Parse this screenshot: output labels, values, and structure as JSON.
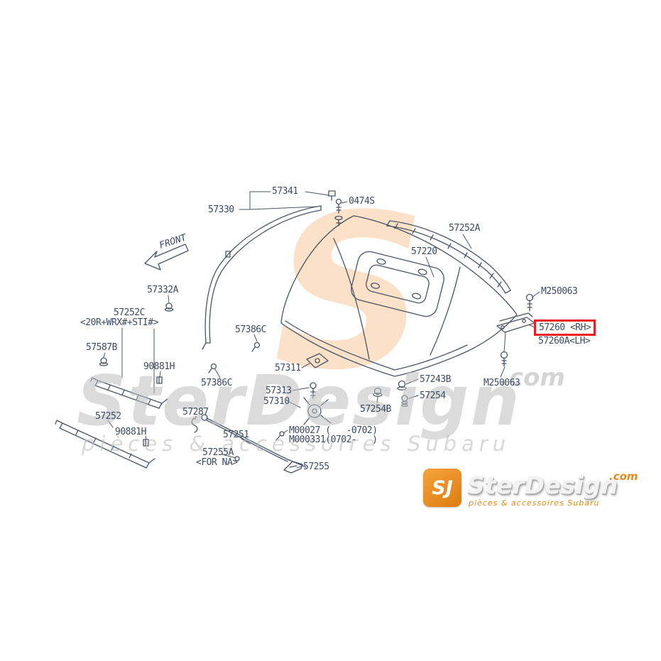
{
  "page": {
    "background": "#ffffff"
  },
  "colors": {
    "line": "#4a5565",
    "label": "#3e4b60",
    "highlight_red": "#ec1c24",
    "brand_orange": "#e8881a",
    "watermark_gray": "#cfcfcf",
    "watermark_orange": "#f2a963"
  },
  "diagram": {
    "front_arrow_label": "FRONT",
    "highlight": {
      "label": "57260 <RH>"
    },
    "parts": [
      {
        "label": "57341"
      },
      {
        "label": "0474S"
      },
      {
        "label": "57330"
      },
      {
        "label": "57252A"
      },
      {
        "label": "57220"
      },
      {
        "label": "M250063"
      },
      {
        "label": "57260A<LH>"
      },
      {
        "label": "57332A"
      },
      {
        "label": "57252C"
      },
      {
        "label": "<20R+WRX#+STI#>"
      },
      {
        "label": "57386C"
      },
      {
        "label": "57587B"
      },
      {
        "label": "90881H"
      },
      {
        "label": "57386C"
      },
      {
        "label": "57311"
      },
      {
        "label": "57313"
      },
      {
        "label": "57310"
      },
      {
        "label": "57243B"
      },
      {
        "label": "M250063"
      },
      {
        "label": "57254B"
      },
      {
        "label": "57254"
      },
      {
        "label": "57252"
      },
      {
        "label": "57287"
      },
      {
        "label": "90881H"
      },
      {
        "label": "57251"
      },
      {
        "label": "M00027 (   -0702)"
      },
      {
        "label": "M000331(0702-   )"
      },
      {
        "label": "57255A"
      },
      {
        "label": "<FOR NA>"
      },
      {
        "label": "57255"
      }
    ]
  },
  "watermark": {
    "monogram": "S",
    "brand": "SterDesign",
    "tld": ".com",
    "tagline": "pièces & accessoires Subaru"
  },
  "logo": {
    "monogram": "SJ",
    "brand": "SterDesign",
    "tld": ".com",
    "tagline": "pièces & accessoires Subaru"
  }
}
